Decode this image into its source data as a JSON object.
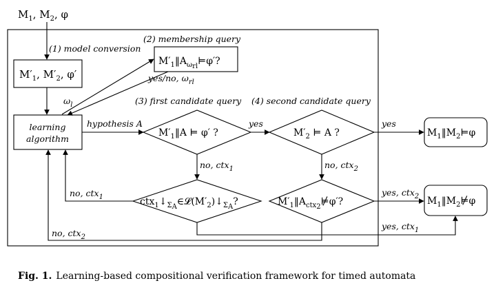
{
  "figure": {
    "input": "M1, M2, φ",
    "steps": {
      "model_conversion": "(1) model conversion",
      "membership_query": "(2) membership query",
      "first_candidate_query": "(3) first candidate query",
      "second_candidate_query": "(4) second candidate query"
    },
    "nodes": {
      "converted_models": "M′1, M′2, φ′",
      "learning_algorithm_line1": "learning",
      "learning_algorithm_line2": "algorithm",
      "membership_check": "M′1 ‖ Aωrl ⊨ φ′?",
      "first_query": "M′1 ‖ A ⊨ φ′ ?",
      "second_query": "M′2 ⊨ A ?",
      "counterexample_check": "ctx1↓ΣA ∈ 𝓛(M′2)↓ΣA?",
      "refutation_check": "M′1 ‖ Actx2 ⊭ φ′?",
      "result_satisfied": "M1 ‖ M2 ⊨ φ",
      "result_violated": "M1 ‖ M2 ⊭ φ"
    },
    "edges": {
      "omega_l": "ωl",
      "membership_answer": "yes/no, ωrl",
      "hypothesis": "hypothesis A",
      "yes_1": "yes",
      "yes_2": "yes",
      "no_ctx1_down": "no, ctx1",
      "no_ctx2_down": "no, ctx2",
      "no_ctx1_back": "no, ctx1",
      "no_ctx2_back": "no, ctx2",
      "yes_ctx2": "yes, ctx2",
      "yes_ctx1": "yes, ctx1"
    }
  },
  "caption": {
    "label": "Fig. 1.",
    "text": "Learning-based compositional verification framework for timed automata"
  }
}
